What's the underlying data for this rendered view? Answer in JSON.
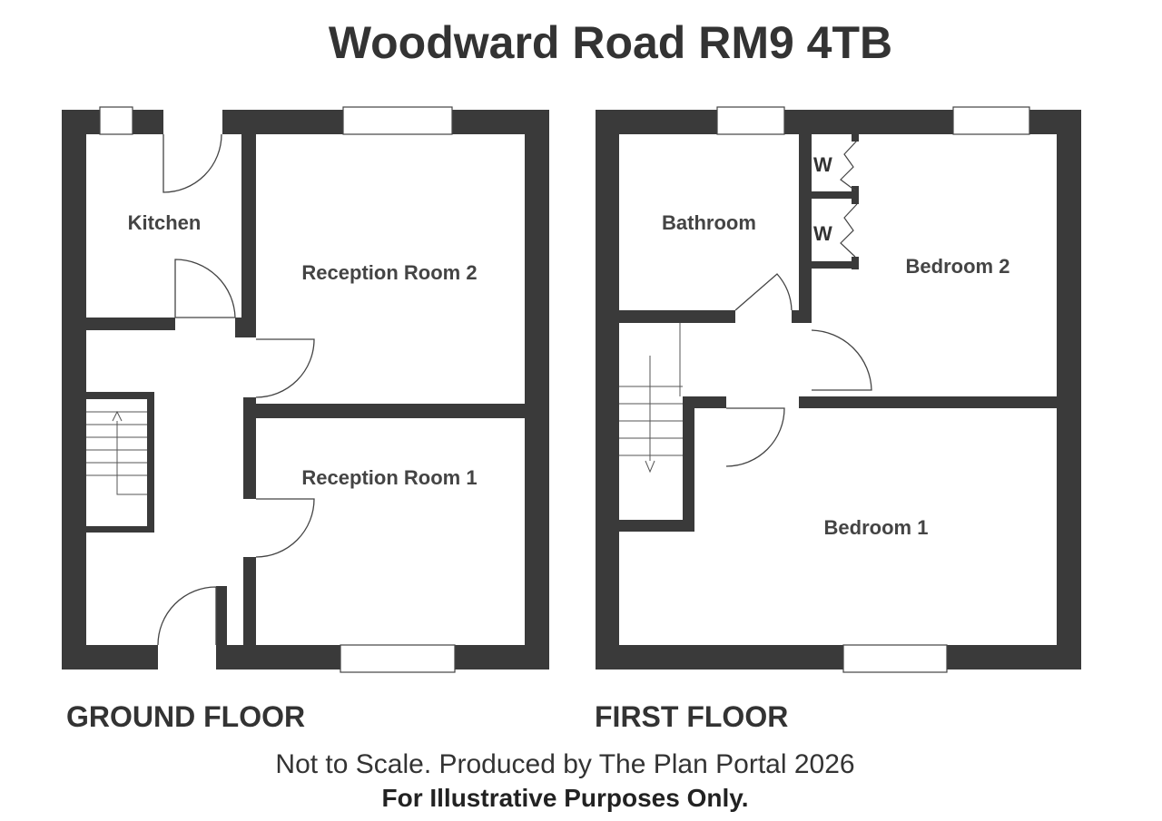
{
  "title": "Woodward Road RM9 4TB",
  "ground_floor": {
    "label": "GROUND FLOOR",
    "rooms": {
      "kitchen": "Kitchen",
      "reception2": "Reception Room 2",
      "reception1": "Reception Room 1"
    }
  },
  "first_floor": {
    "label": "FIRST FLOOR",
    "rooms": {
      "bathroom": "Bathroom",
      "bedroom2": "Bedroom 2",
      "bedroom1": "Bedroom 1"
    },
    "wardrobe_marks": [
      "W",
      "W"
    ]
  },
  "footer": {
    "line1": "Not to Scale. Produced by The Plan Portal 2026",
    "line2": "For Illustrative Purposes Only."
  },
  "colors": {
    "wall": "#3a3a3a",
    "line": "#444444"
  }
}
